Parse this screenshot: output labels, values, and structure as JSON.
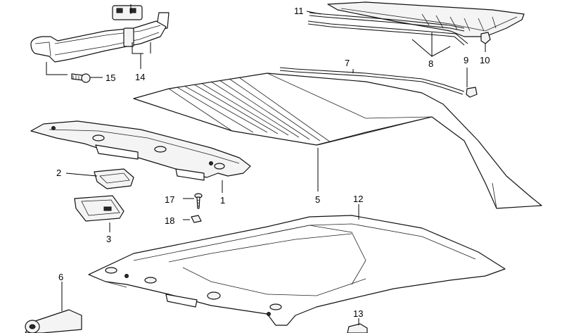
{
  "callouts": {
    "c1": "1",
    "c2": "2",
    "c3": "3",
    "c5": "5",
    "c6": "6",
    "c7": "7",
    "c8": "8",
    "c9": "9",
    "c10": "10",
    "c11": "11",
    "c12": "12",
    "c13": "13",
    "c14": "14",
    "c15": "15",
    "c17": "17",
    "c18": "18"
  }
}
